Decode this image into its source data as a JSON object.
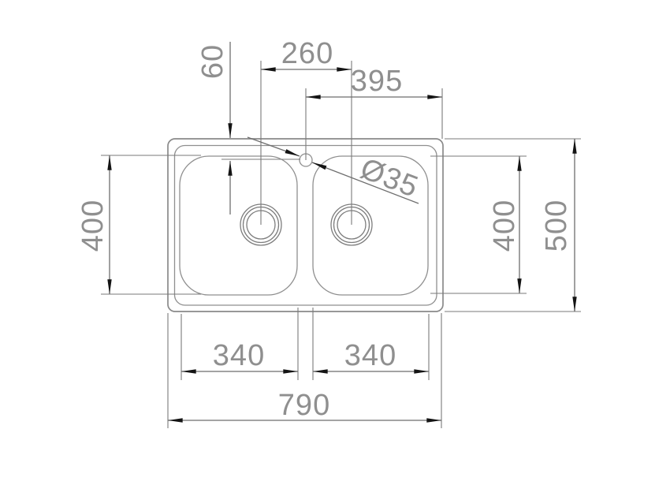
{
  "drawing": {
    "kind": "technical-dimension-drawing",
    "subject": "double-bowl-sink-top-view",
    "dims": {
      "tap_setback": "60",
      "drain_spacing": "260",
      "tap_to_right_edge": "395",
      "tap_hole_diameter": "Ø35",
      "left_bowl_depth": "400",
      "right_bowl_depth": "400",
      "overall_depth": "500",
      "left_bowl_width": "340",
      "right_bowl_width": "340",
      "overall_width": "790"
    },
    "colors": {
      "background": "#ffffff",
      "outline": "#8a8a8a",
      "dimension_line": "#6e6e6e",
      "label_text": "#8f8f8f",
      "arrowhead": "#141414"
    }
  }
}
